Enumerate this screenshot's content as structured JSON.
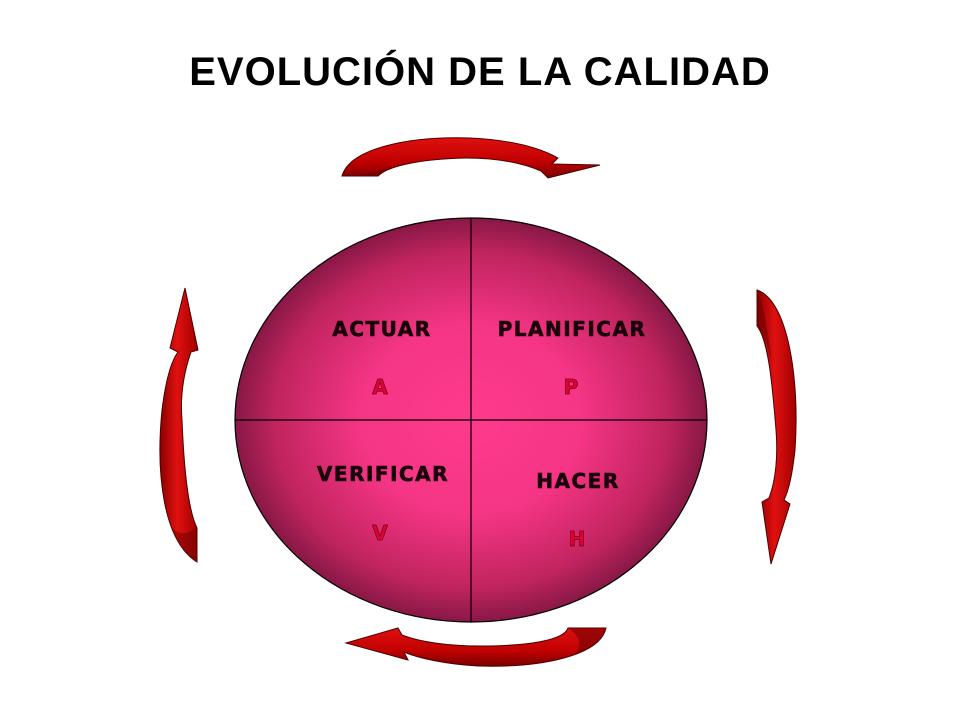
{
  "title": "EVOLUCIÓN DE LA CALIDAD",
  "colors": {
    "circle_center": "#ff3a8c",
    "circle_edge": "#7a1540",
    "arrow_fill": "#cc0000",
    "arrow_dark": "#6a0000",
    "letter": "#e0003a",
    "label": "#1a000a"
  },
  "quadrants": [
    {
      "key": "actuar",
      "label": "ACTUAR",
      "letter": "A"
    },
    {
      "key": "planificar",
      "label": "PLANIFICAR",
      "letter": "P"
    },
    {
      "key": "verificar",
      "label": "VERIFICAR",
      "letter": "V"
    },
    {
      "key": "hacer",
      "label": "HACER",
      "letter": "H"
    }
  ],
  "arrows": [
    "arrow-top",
    "arrow-right",
    "arrow-bottom",
    "arrow-left"
  ]
}
